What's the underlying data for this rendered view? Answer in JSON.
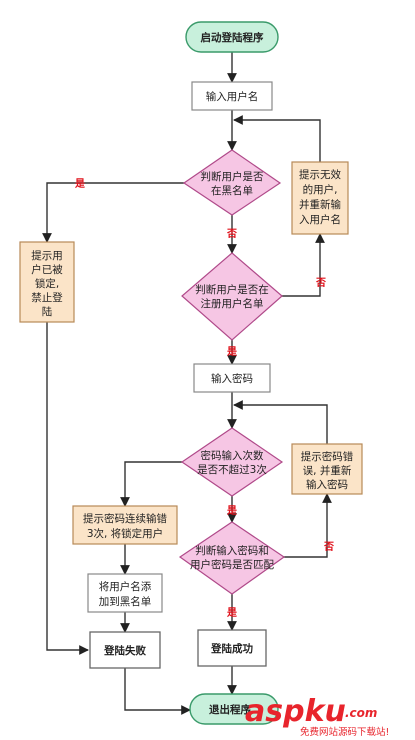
{
  "nodes": {
    "start": "启动登陆程序",
    "input_username": "输入用户名",
    "check_blacklist": [
      "判断用户是否",
      "在黑名单"
    ],
    "notify_blocked": [
      "提示用",
      "户已被",
      "锁定,",
      "禁止登",
      "陆"
    ],
    "check_registered": [
      "判断用户是否在",
      "注册用户名单"
    ],
    "notify_invalid_user": [
      "提示无效",
      "的用户,",
      "并重新输",
      "入用户名"
    ],
    "input_password": "输入密码",
    "check_attempts": [
      "密码输入次数",
      "是否不超过3次"
    ],
    "notify_wrong_password": [
      "提示密码错",
      "误, 并重新",
      "输入密码"
    ],
    "notify_locked": [
      "提示密码连续输错",
      "3次, 将锁定用户"
    ],
    "check_password": [
      "判断输入密码和",
      "用户密码是否匹配"
    ],
    "add_blacklist": [
      "将用户名添",
      "加到黑名单"
    ],
    "login_fail": "登陆失败",
    "login_success": "登陆成功",
    "exit": "退出程序"
  },
  "labels": {
    "yes": "是",
    "no": "否"
  },
  "watermark": {
    "brand": "aspku",
    "suffix": ".com",
    "tagline": "免费网站源码下载站!"
  },
  "colors": {
    "terminal_fill": "#c8f0dc",
    "terminal_stroke": "#3a9a6a",
    "decision_fill": "#f6c6e4",
    "decision_stroke": "#b04a8a",
    "note_fill": "#fbe4c8",
    "note_stroke": "#b88a58",
    "process_stroke": "#888888",
    "label_red": "#e0101a",
    "watermark_red": "#e8242c"
  }
}
